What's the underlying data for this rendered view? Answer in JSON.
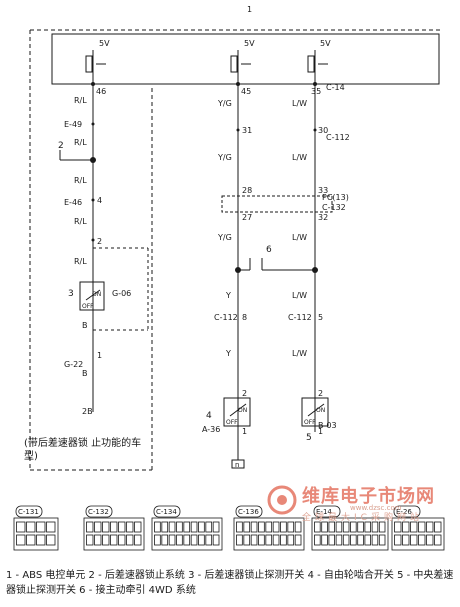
{
  "diagram": {
    "module_label": "1",
    "supply": {
      "a": "5V",
      "b": "5V",
      "c": "5V"
    },
    "pins": {
      "p46": "46",
      "p45": "45",
      "p35": "35",
      "p31": "31",
      "p30": "30",
      "p28": "28",
      "p33": "33",
      "p27": "27",
      "p32": "32",
      "p4": "4",
      "p2": "2",
      "p1": "1",
      "p2b": "2B",
      "p8": "8",
      "p5": "5",
      "p2s": "2",
      "p1s": "1",
      "p2t": "2",
      "p1t": "1"
    },
    "wires": {
      "rl": "R/L",
      "yg": "Y/G",
      "lw": "L/W",
      "y": "Y",
      "b": "B",
      "lw2": "L/W"
    },
    "connectors": {
      "c14": "C-14",
      "e49": "E-49",
      "e46": "E-46",
      "c112a": "C-112",
      "c112b": "C-112",
      "c112c": "C-112",
      "c132": "C-132",
      "g06": "G-06",
      "g22": "G-22",
      "a36": "A-36",
      "b03": "B-03",
      "pc13": "PC(13)"
    },
    "switch_labels": {
      "on1": "ON",
      "off1": "OFF",
      "on2": "ON",
      "off2": "OFF",
      "on3": "ON",
      "off3": "OFF"
    },
    "callouts": {
      "n2": "2",
      "n3": "3",
      "n4": "4",
      "n5": "5",
      "n6": "6"
    },
    "ground": "n",
    "note": "(带后差速器锁 止功能的车型)",
    "connector_icons": [
      "C-131",
      "C-132",
      "C-134",
      "C-136",
      "E-14",
      "E-26"
    ]
  },
  "legend": "1 - ABS 电控单元    2 - 后差速器锁止系统    3 - 后差速器锁止探测开关    4 - 自由轮啮合开关    5 - 中央差速器锁止探测开关    6 - 接主动牵引 4WD 系统",
  "watermark": {
    "brand": "维库电子市场网",
    "url": "www.dzsc.com",
    "tagline": "全球最大IC采购网站"
  },
  "colors": {
    "ink": "#1a1a1a",
    "watermark": "#e88878"
  }
}
